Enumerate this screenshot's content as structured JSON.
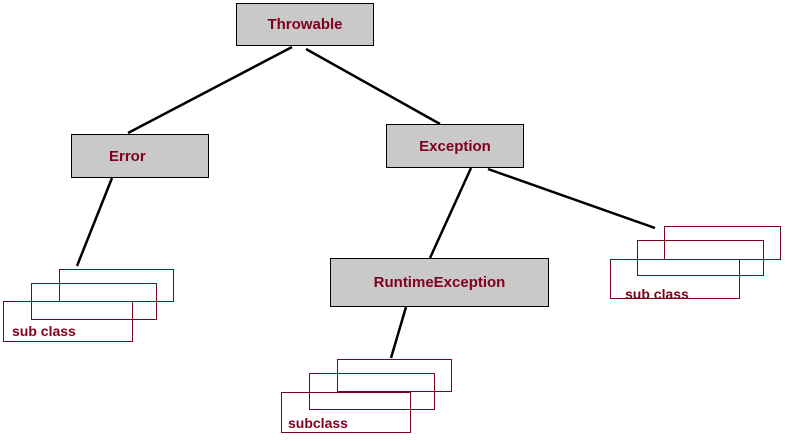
{
  "nodes": {
    "throwable": "Throwable",
    "error": "Error",
    "exception": "Exception",
    "runtime_exception": "RuntimeException"
  },
  "subclass_groups": {
    "error_subclasses": "sub class",
    "runtime_subclasses": "subclass",
    "exception_subclasses": "sub class"
  },
  "colors": {
    "node_fill": "#c9c9c9",
    "text": "#800020",
    "connector": "#000000",
    "subclass_border": "#800020"
  }
}
